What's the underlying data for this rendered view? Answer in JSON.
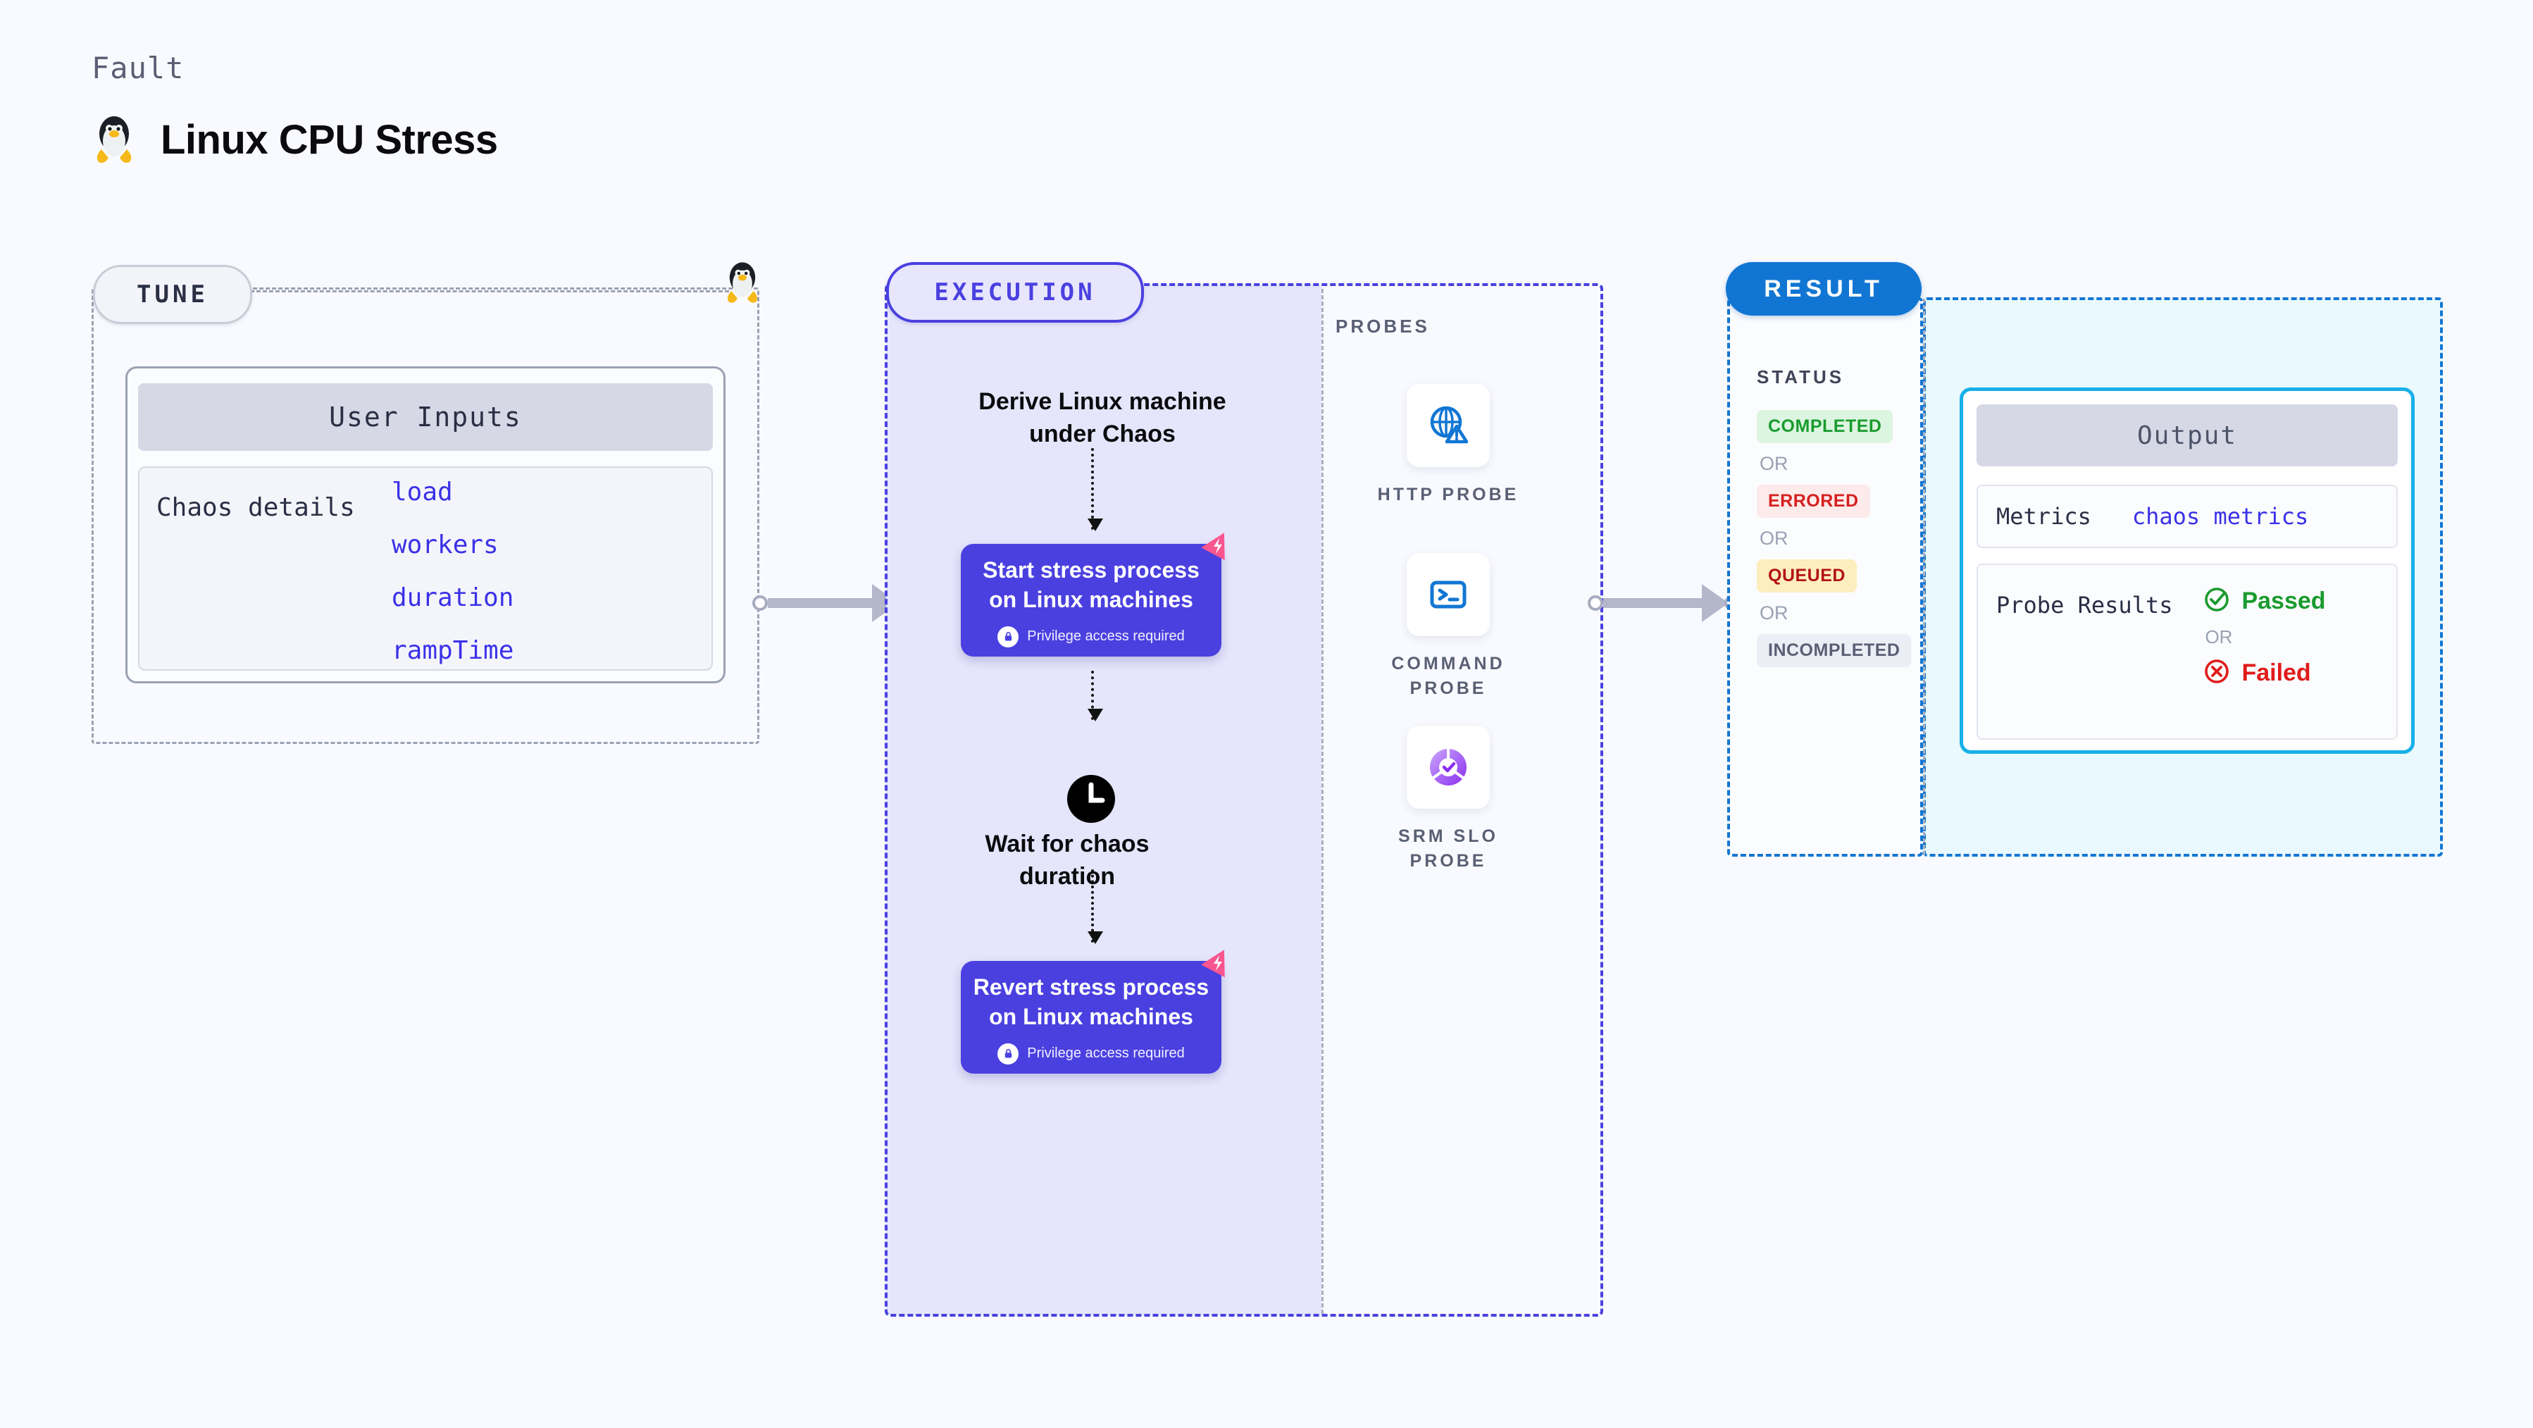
{
  "header": {
    "kicker": "Fault",
    "title": "Linux CPU Stress",
    "icon": "tux-penguin-icon"
  },
  "tune": {
    "badge": "TUNE",
    "user_inputs_header": "User Inputs",
    "chaos_details_label": "Chaos details",
    "params": [
      "load",
      "workers",
      "duration",
      "rampTime"
    ],
    "icon": "tux-penguin-icon"
  },
  "execution": {
    "badge": "EXECUTION",
    "derive_title": "Derive Linux machine under Chaos",
    "start_card": {
      "title": "Start stress process on Linux machines",
      "privilege": "Privilege access required"
    },
    "wait_title": "Wait for chaos duration",
    "revert_card": {
      "title": "Revert stress process on Linux machines",
      "privilege": "Privilege access required"
    }
  },
  "probes": {
    "label": "PROBES",
    "items": [
      {
        "name": "HTTP PROBE",
        "icon": "globe-warning-icon"
      },
      {
        "name": "COMMAND PROBE",
        "icon": "terminal-icon"
      },
      {
        "name": "SRM SLO PROBE",
        "icon": "slo-donut-check-icon"
      }
    ]
  },
  "result": {
    "badge": "RESULT",
    "status_label": "STATUS",
    "or_text": "OR",
    "statuses": [
      {
        "label": "COMPLETED",
        "color": "#1a9b2e",
        "bg": "#dcf5e0"
      },
      {
        "label": "ERRORED",
        "color": "#d62020",
        "bg": "#fdeaea"
      },
      {
        "label": "QUEUED",
        "color": "#b31414",
        "bg": "#fdeec0"
      },
      {
        "label": "INCOMPLETED",
        "color": "#5a6074",
        "bg": "#eceef6"
      }
    ]
  },
  "output": {
    "header": "Output",
    "metrics_label": "Metrics",
    "metrics_value": "chaos metrics",
    "probe_results_label": "Probe Results",
    "passed": "Passed",
    "failed": "Failed",
    "or_text": "OR"
  },
  "colors": {
    "background": "#f9faff",
    "indigo": "#4a40e0",
    "indigo_fill": "#e5e5fb",
    "blue": "#1176d3",
    "cyan": "#18b0e8",
    "cyan_fill": "#e9f9fe",
    "pink": "#f9568f",
    "gray_dash": "#9aa1b2"
  }
}
